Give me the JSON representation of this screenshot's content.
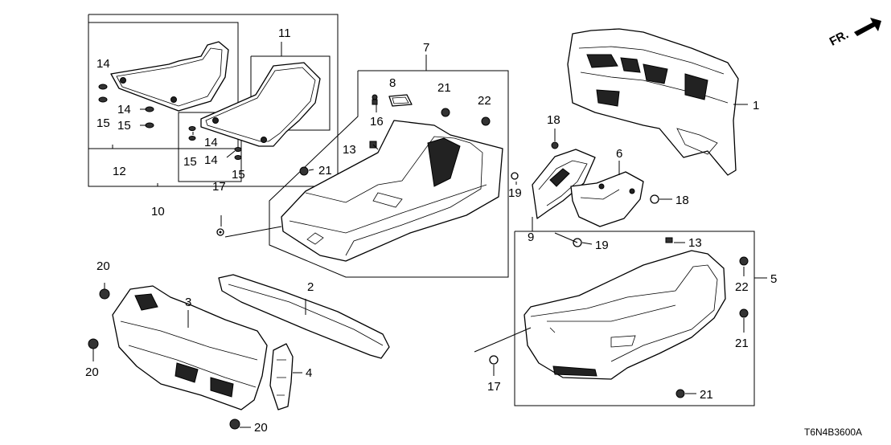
{
  "orientation_label": "FR.",
  "diagram_code": "T6N4B3600A",
  "callouts": {
    "c1": "1",
    "c2": "2",
    "c3": "3",
    "c4": "4",
    "c5": "5",
    "c6": "6",
    "c7": "7",
    "c8": "8",
    "c9": "9",
    "c10": "10",
    "c11": "11",
    "c12": "12",
    "c13a": "13",
    "c13b": "13",
    "c14a": "14",
    "c14b": "14",
    "c14c": "14",
    "c14d": "14",
    "c15a": "15",
    "c15b": "15",
    "c15c": "15",
    "c15d": "15",
    "c16": "16",
    "c17a": "17",
    "c17b": "17",
    "c18a": "18",
    "c18b": "18",
    "c19a": "19",
    "c19b": "19",
    "c20a": "20",
    "c20b": "20",
    "c20c": "20",
    "c21a": "21",
    "c21b": "21",
    "c21c": "21",
    "c21d": "21",
    "c22a": "22",
    "c22b": "22"
  }
}
